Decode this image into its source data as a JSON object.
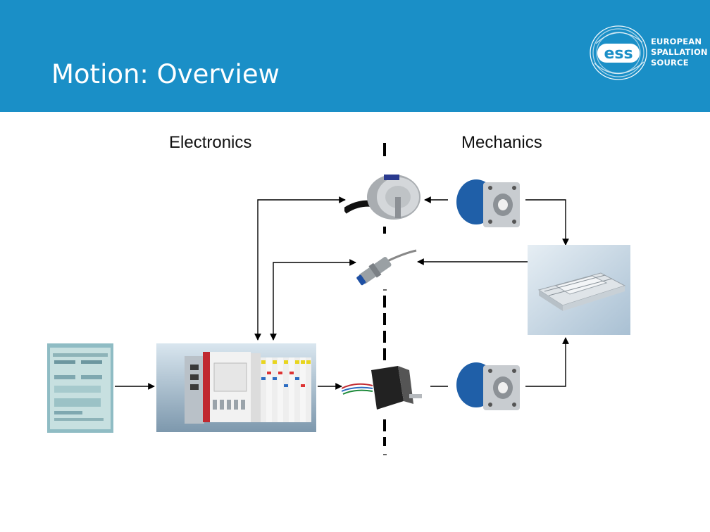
{
  "header": {
    "title": "Motion: Overview",
    "background_color": "#1a8fc7"
  },
  "logo": {
    "mark_text": "ess",
    "line1": "EUROPEAN",
    "line2": "SPALLATION",
    "line3": "SOURCE"
  },
  "columns": {
    "left_label": "Electronics",
    "right_label": "Mechanics"
  },
  "components": {
    "screen_photo": "user interface screen",
    "plc_photo": "PLC controller with I/O terminals",
    "encoder_photo": "rotary encoder",
    "sensor_photo": "inductive proximity sensor",
    "stepper_photo": "stepper motor",
    "gearbox_top_photo": "gearbox",
    "gearbox_bottom_photo": "gearbox",
    "stage_photo": "linear stage"
  },
  "colors": {
    "arrow": "#000000",
    "divider": "#000000",
    "gearbox_blue": "#1f5fa8",
    "plc_red": "#c0282f"
  }
}
